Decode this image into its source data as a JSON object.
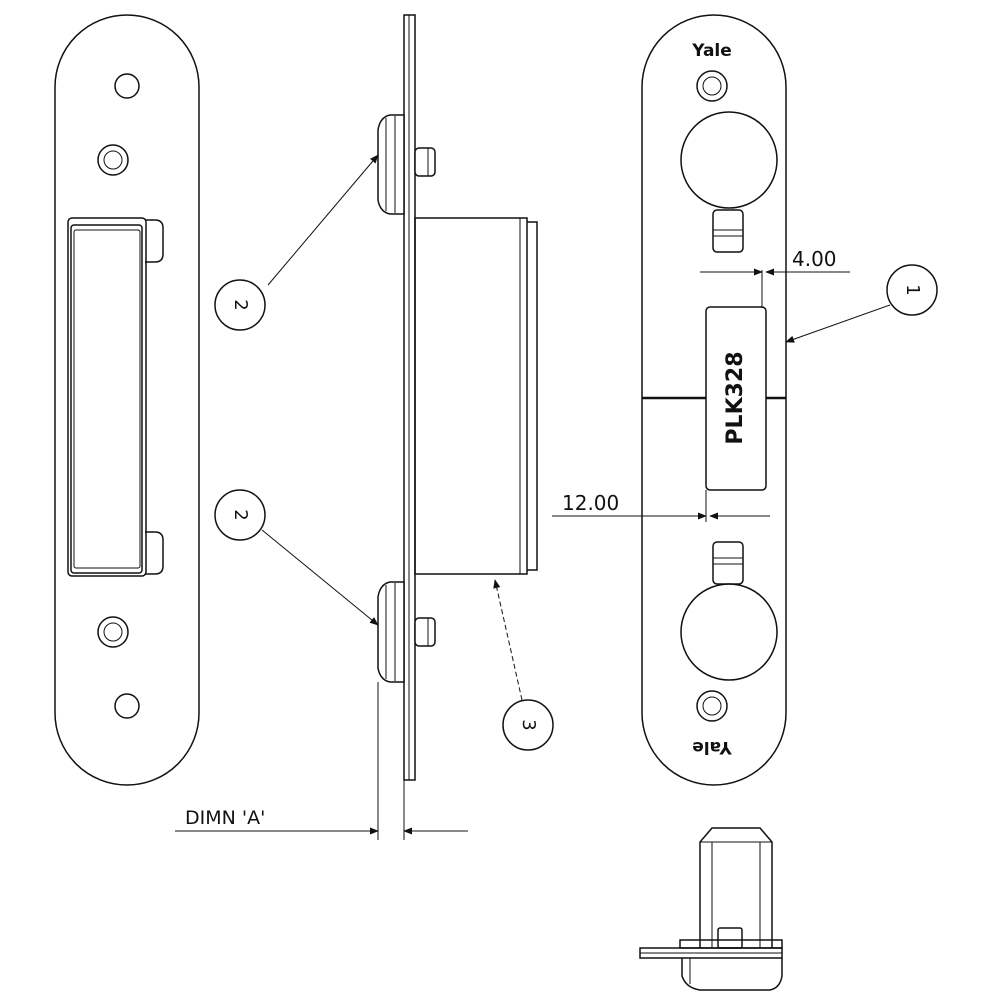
{
  "brand": {
    "top": "Yale",
    "bottom": "Yale"
  },
  "part_label": "PLK328",
  "dimensions": {
    "slot_offset": "4.00",
    "edge_offset": "12.00",
    "depth_label": "DIMN 'A'"
  },
  "balloons": {
    "strike_plate": "1",
    "fixing_upper": "2",
    "fixing_lower": "2",
    "box": "3"
  }
}
